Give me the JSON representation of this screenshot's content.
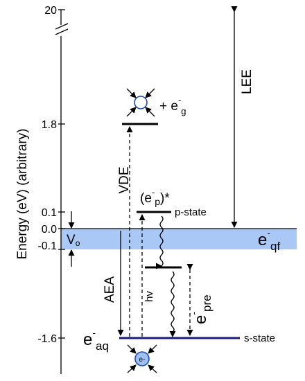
{
  "axis": {
    "ylabel": "Energy (eV) (arbitrary)",
    "ticks": [
      "20",
      "1.8",
      "0.1",
      "0.0",
      "-0.1",
      "-1.6"
    ]
  },
  "labels": {
    "lee": "LEE",
    "vde": "VDE",
    "aea": "AEA",
    "hv": "hv",
    "v0_main": "V",
    "v0_sub": "o",
    "plus_e": "+ e",
    "plus_e_sub": "g",
    "ep_open": "(e",
    "ep_sub": "p",
    "ep_close": ")*",
    "pstate": "p-state",
    "sstate": "s-state",
    "eqf_main": "e",
    "eqf_sub": "qf",
    "epre_main": "e",
    "epre_sub": "pre",
    "eaq_main": "e",
    "eaq_sub": "aq",
    "minus": "-",
    "electron": "e-"
  },
  "colors": {
    "band": "#a9c8f5",
    "sstate_line": "#1a1a7a",
    "sphere_fill": "#9ec0f2",
    "sphere_stroke": "#1f4fb5"
  }
}
